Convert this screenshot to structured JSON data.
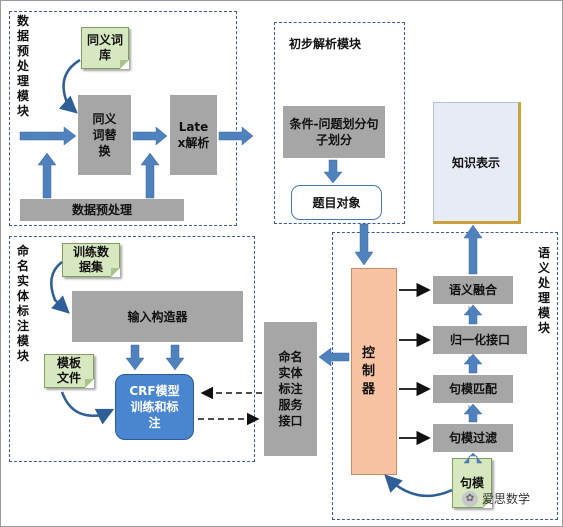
{
  "modules": {
    "preprocess": "数据预处理模块",
    "parse": "初步解析模块",
    "ner": "命名实体标注模块",
    "semantic": "语义处理模块"
  },
  "nodes": {
    "synonym_lib": "同义词库",
    "synonym_replace": "同义词替换",
    "latex_parse": "Latex解析",
    "data_preprocess": "数据预处理",
    "cond_split": "条件-问题划分句子划分",
    "question_obj": "题目对象",
    "train_data": "训练数据集",
    "input_builder": "输入构造器",
    "template_file": "模板文件",
    "crf": "CRF模型训练和标注",
    "ner_api": "命名实体标注服务接口",
    "controller": "控制器",
    "knowledge": "知识表示",
    "sem_fusion": "语义融合",
    "normalize": "归一化接口",
    "pattern_match": "句模匹配",
    "pattern_filter": "句模过滤",
    "pattern": "句模"
  },
  "watermark": "爱思数学",
  "colors": {
    "arrow": "#4f81bd",
    "gray_box": "#a6a6a6",
    "note": "#d7e8c0",
    "controller": "#f7c3a3",
    "crf": "#4a86d0",
    "module_border": "#3a5a9a"
  }
}
